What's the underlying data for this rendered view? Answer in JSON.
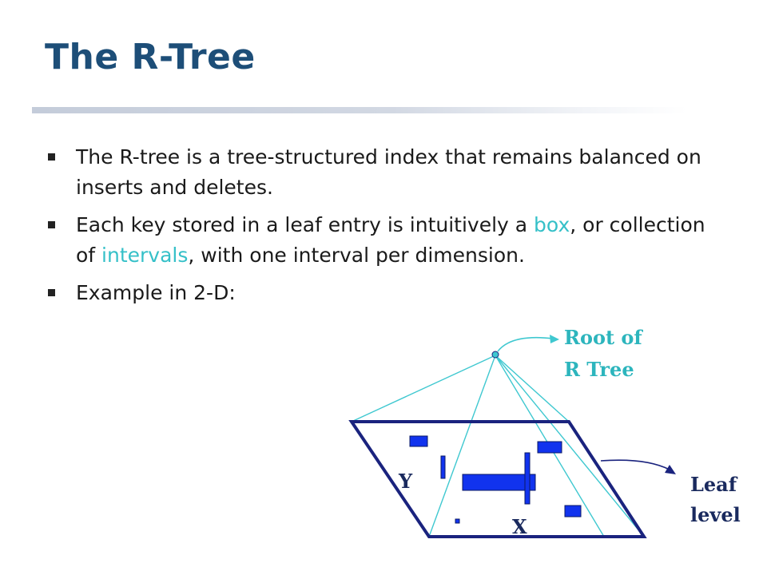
{
  "slide": {
    "title": "The R-Tree",
    "bullets": [
      {
        "parts": [
          {
            "text": "The R-tree is a tree-structured index that remains balanced on inserts and deletes.",
            "highlight": false
          }
        ]
      },
      {
        "parts": [
          {
            "text": "Each key stored in a leaf entry is intuitively a ",
            "highlight": false
          },
          {
            "text": "box",
            "highlight": true
          },
          {
            "text": ", or collection of ",
            "highlight": false
          },
          {
            "text": "intervals",
            "highlight": true
          },
          {
            "text": ", with one interval per dimension.",
            "highlight": false
          }
        ]
      },
      {
        "parts": [
          {
            "text": "Example in 2-D:",
            "highlight": false
          }
        ]
      }
    ]
  },
  "diagram": {
    "root_label_line1": "Root of",
    "root_label_line2": "R Tree",
    "leaf_label_line1": "Leaf",
    "leaf_label_line2": "level",
    "axis_y": "Y",
    "axis_x": "X"
  },
  "colors": {
    "title": "#1d4e78",
    "highlight": "#35c0c8",
    "box_fill": "#1133ee",
    "box_stroke": "#0a1a66",
    "plane_stroke": "#1a237e",
    "cyan_line": "#3fc8d0",
    "root_label": "#2db5bd",
    "leaf_label": "#1a2a5e"
  }
}
